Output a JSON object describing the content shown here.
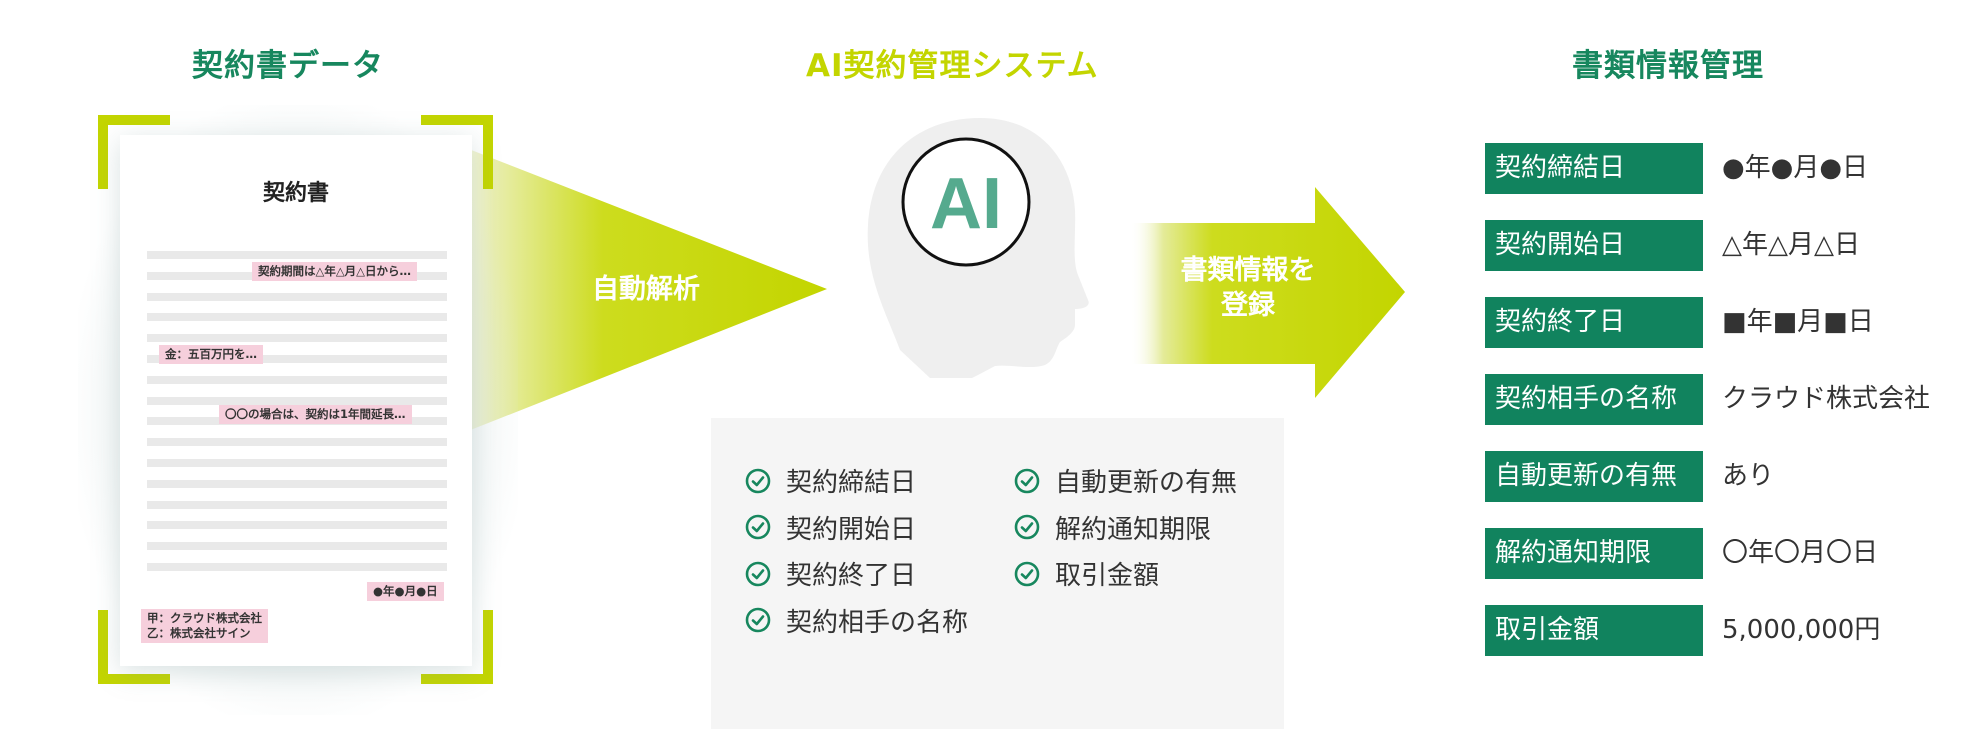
{
  "colors": {
    "brand_green": "#17875e",
    "label_green": "#11835e",
    "lime": "#c3d500",
    "highlight_pink": "#f6cfdc",
    "panel_gray": "#f5f5f5",
    "head_gray": "#efefef",
    "ai_text": "#55aa8e"
  },
  "sections": {
    "contract_data": {
      "title": "契約書データ"
    },
    "ai_system": {
      "title": "AI契約管理システム"
    },
    "document_management": {
      "title": "書類情報管理"
    }
  },
  "document": {
    "title": "契約書",
    "line_count": 16,
    "highlights": {
      "period": "契約期間は△年△月△日から…",
      "amount": "金：五百万円を…",
      "renewal": "〇〇の場合は、契約は1年間延長…",
      "date": "●年●月●日",
      "party_a": "甲：クラウド株式会社",
      "party_b": "乙：株式会社サイン"
    }
  },
  "arrows": {
    "auto_analysis": {
      "label": "自動解析"
    },
    "register": {
      "line1": "書類情報を",
      "line2": "登録"
    }
  },
  "ai_head": {
    "badge": "AI"
  },
  "checklist": {
    "left": [
      "契約締結日",
      "契約開始日",
      "契約終了日",
      "契約相手の名称"
    ],
    "right": [
      "自動更新の有無",
      "解約通知期限",
      "取引金額"
    ],
    "icon": "check-circle-icon"
  },
  "info_table": {
    "rows": [
      {
        "label": "契約締結日",
        "value": "●年●月●日"
      },
      {
        "label": "契約開始日",
        "value": "△年△月△日"
      },
      {
        "label": "契約終了日",
        "value": "■年■月■日"
      },
      {
        "label": "契約相手の名称",
        "value": "クラウド株式会社"
      },
      {
        "label": "自動更新の有無",
        "value": "あり"
      },
      {
        "label": "解約通知期限",
        "value": "〇年〇月〇日"
      },
      {
        "label": "取引金額",
        "value": "5,000,000円"
      }
    ]
  }
}
